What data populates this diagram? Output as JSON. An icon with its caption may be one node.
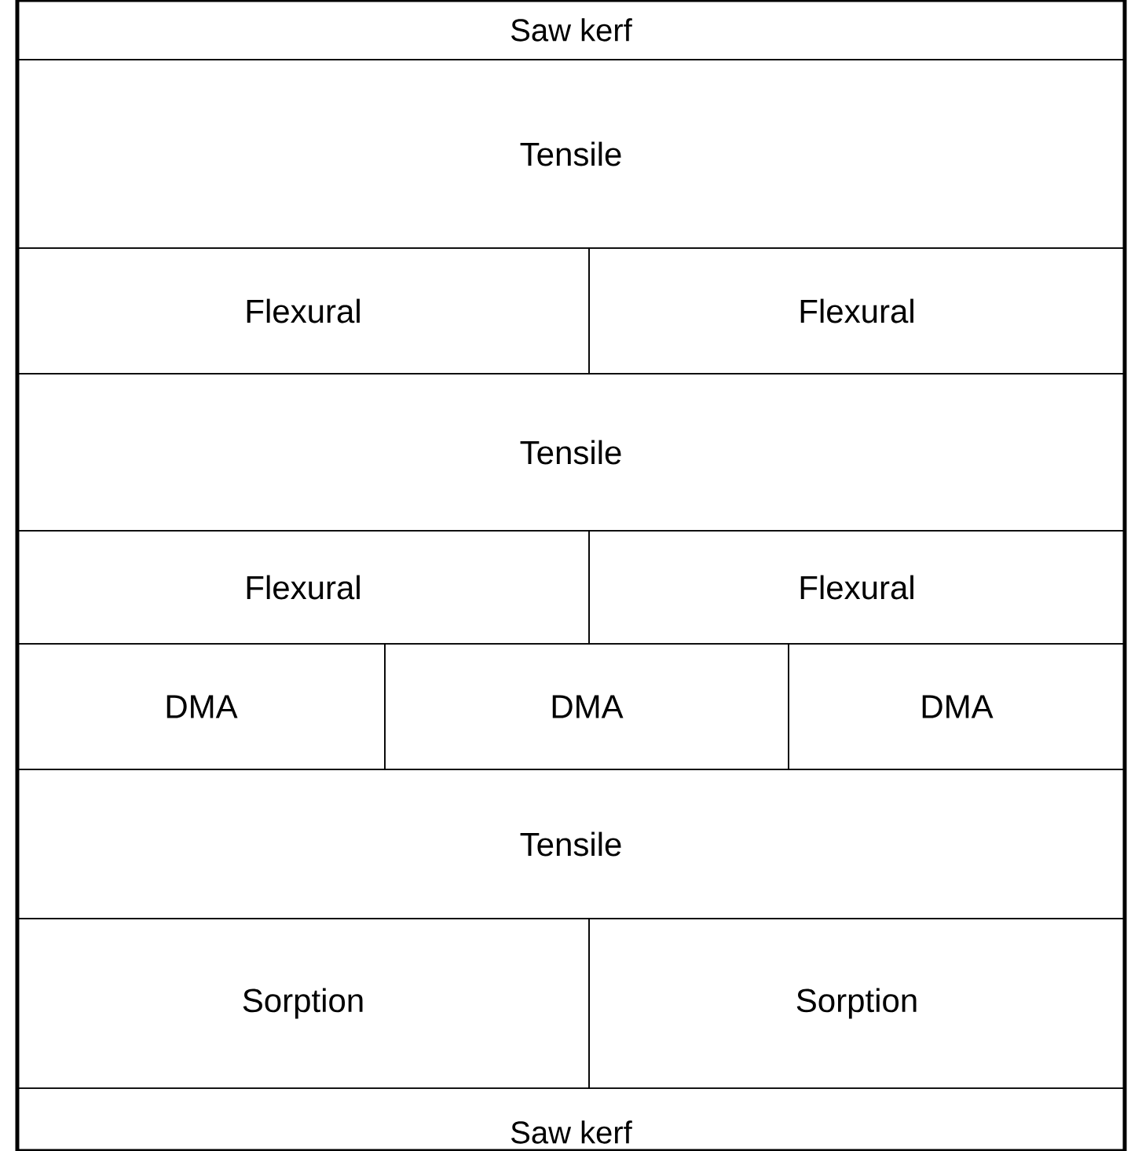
{
  "diagram": {
    "nodes": [
      {
        "text": [
          "Saw kerf"
        ]
      },
      {
        "text": [
          "Tensile"
        ]
      },
      {
        "text": [
          "Flexural"
        ]
      },
      {
        "text": [
          "Flexural"
        ]
      },
      {
        "text": [
          "Tensile"
        ]
      },
      {
        "text": [
          "Flexural"
        ]
      },
      {
        "text": [
          "Flexural"
        ]
      },
      {
        "text": [
          "DMA"
        ]
      },
      {
        "text": [
          "DMA"
        ]
      },
      {
        "text": [
          "DMA"
        ]
      },
      {
        "text": [
          "Tensile"
        ]
      },
      {
        "text": [
          "Sorption"
        ]
      },
      {
        "text": [
          "Sorption"
        ]
      },
      {
        "text": [
          "Saw kerf"
        ]
      }
    ]
  }
}
